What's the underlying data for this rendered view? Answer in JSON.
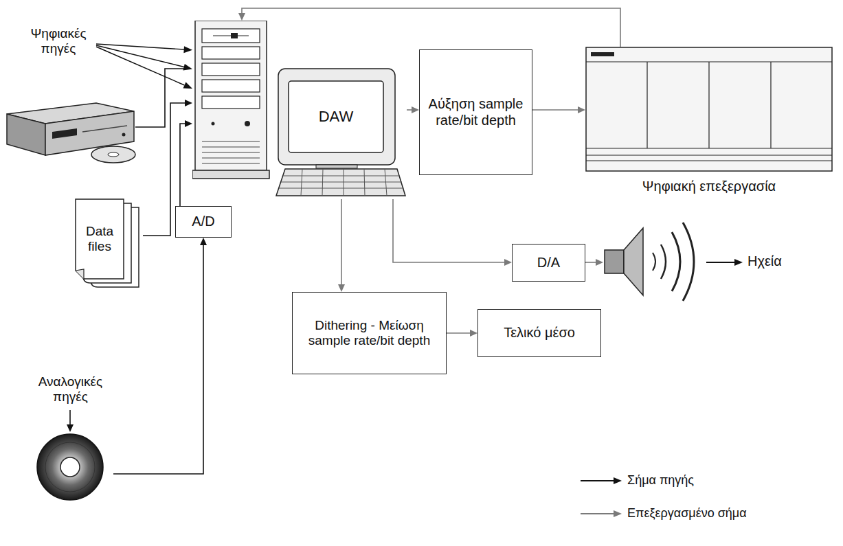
{
  "diagram": {
    "nodes": [
      {
        "text": [
          "Data files"
        ]
      },
      {
        "text": [
          "Αναλογικές πηγές"
        ]
      },
      {
        "text": [
          "A/D"
        ]
      },
      {
        "text": [
          "DAW"
        ]
      },
      {
        "text": [
          "Αύξηση sample rate/bit depth"
        ]
      },
      {
        "text": [
          "Ψηφιακή επεξεργασία"
        ]
      },
      {
        "text": [
          "D/A"
        ]
      },
      {
        "text": [
          "Ηχεία"
        ]
      },
      {
        "text": [
          "Dithering - Μείωση sample rate/bit depth"
        ]
      },
      {
        "text": [
          "Τελικό μέσο"
        ]
      }
    ],
    "edges": [
      {
        "from": 0,
        "to": 3,
        "arrow": "to"
      },
      {
        "from": 1,
        "to": 2,
        "arrow": "to"
      },
      {
        "from": 2,
        "to": 3,
        "arrow": "to"
      },
      {
        "from": 3,
        "to": 4,
        "arrow": "to"
      },
      {
        "from": 4,
        "to": 5,
        "arrow": "to"
      },
      {
        "from": 5,
        "to": 3,
        "arrow": "to"
      },
      {
        "from": 3,
        "to": 6,
        "arrow": "to"
      },
      {
        "from": 6,
        "to": 7,
        "arrow": "to"
      },
      {
        "from": 3,
        "to": 8,
        "arrow": "to"
      },
      {
        "from": 8,
        "to": 9,
        "arrow": "to"
      }
    ],
    "labels": [
      "Ψηφιακές πηγές"
    ],
    "legend": [
      {
        "text": "Σήμα πηγής"
      },
      {
        "text": "Επεξεργασμένο σήμα"
      }
    ]
  }
}
